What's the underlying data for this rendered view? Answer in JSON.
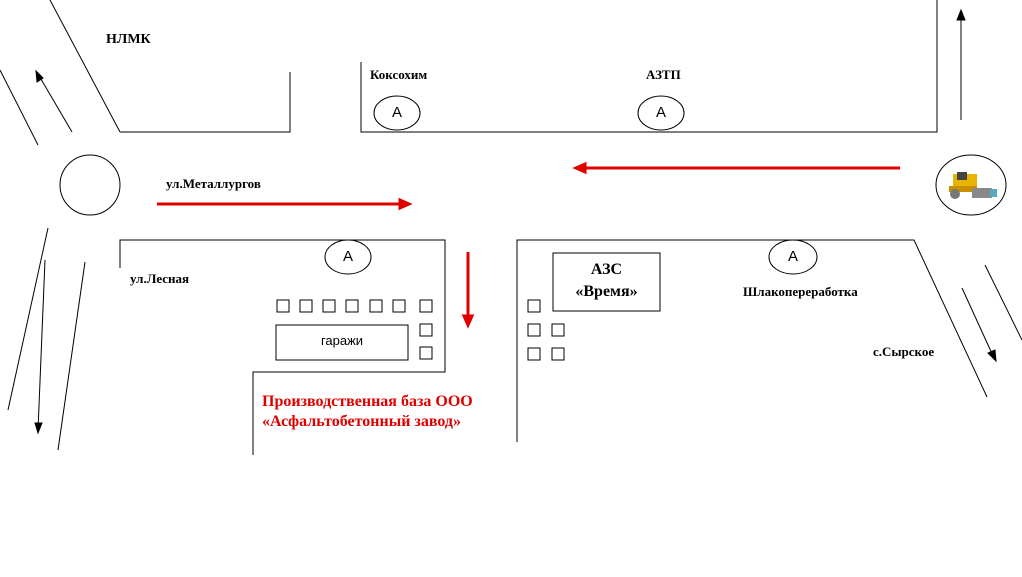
{
  "labels": {
    "nlmk": "НЛМК",
    "koksokhim": "Коксохим",
    "aztp": "АЗТП",
    "ul_metallurgov": "ул.Металлургов",
    "ul_lesnaya": "ул.Лесная",
    "shlakopererabotka": "Шлакопереработка",
    "s_syrskoe": "с.Сырское",
    "garages": "гаражи",
    "azs_line1": "АЗС",
    "azs_line2": "«Время»",
    "base": "Производственная база ООО «Асфальтобетонный завод»"
  },
  "bus_stop_label": "A",
  "bus_stops": [
    "Коксохим",
    "АЗТП",
    "ул.Лесная",
    "Шлакопереработка"
  ],
  "icons": [
    "roundabout",
    "asphalt-roller-icon"
  ],
  "colors": {
    "route": "#e00000",
    "line": "#000000",
    "background": "#ffffff"
  }
}
